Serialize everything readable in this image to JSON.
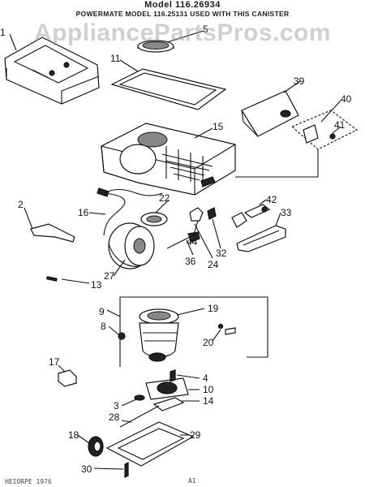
{
  "header": {
    "model": "Model 116.26934",
    "note": "POWERMATE MODEL 116.25131 USED WITH THIS CANISTER"
  },
  "watermark": "AppliancePartsPros.com",
  "callouts": {
    "c1": "1",
    "c2": "2",
    "c3": "3",
    "c4": "4",
    "c5": "5",
    "c8": "8",
    "c9": "9",
    "c10": "10",
    "c11": "11",
    "c13": "13",
    "c14": "14",
    "c15": "15",
    "c16": "16",
    "c17": "17",
    "c18": "18",
    "c19": "19",
    "c20": "20",
    "c22": "22",
    "c24": "24",
    "c27": "27",
    "c28": "28",
    "c29": "29",
    "c30": "30",
    "c32": "32",
    "c33": "33",
    "c36": "36",
    "c39": "39",
    "c40": "40",
    "c41": "41",
    "c42": "42",
    "c44": "44"
  },
  "footer": {
    "left": "HEIORPE 1976",
    "right": "A1"
  }
}
